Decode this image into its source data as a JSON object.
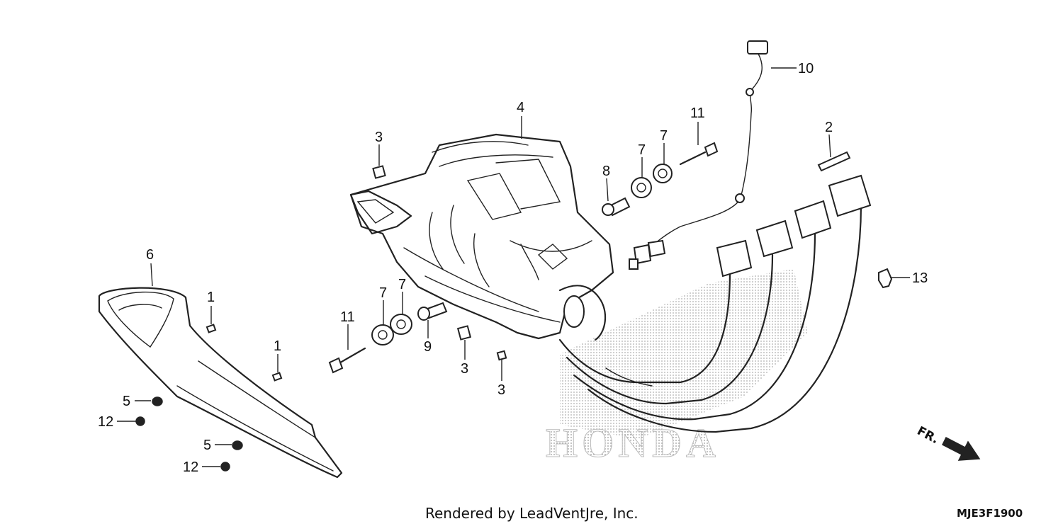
{
  "callouts": {
    "c1a": "1",
    "c1b": "1",
    "c2": "2",
    "c3a": "3",
    "c3b": "3",
    "c3c": "3",
    "c4": "4",
    "c5a": "5",
    "c5b": "5",
    "c6": "6",
    "c7a": "7",
    "c7b": "7",
    "c7c": "7",
    "c7d": "7",
    "c8": "8",
    "c9": "9",
    "c10": "10",
    "c11a": "11",
    "c11b": "11",
    "c12a": "12",
    "c12b": "12",
    "c13": "13"
  },
  "logo_text": "HONDA",
  "direction_label": "FR.",
  "footer_credit": "Rendered by LeadVentJre, Inc.",
  "diagram_code": "MJE3F1900"
}
